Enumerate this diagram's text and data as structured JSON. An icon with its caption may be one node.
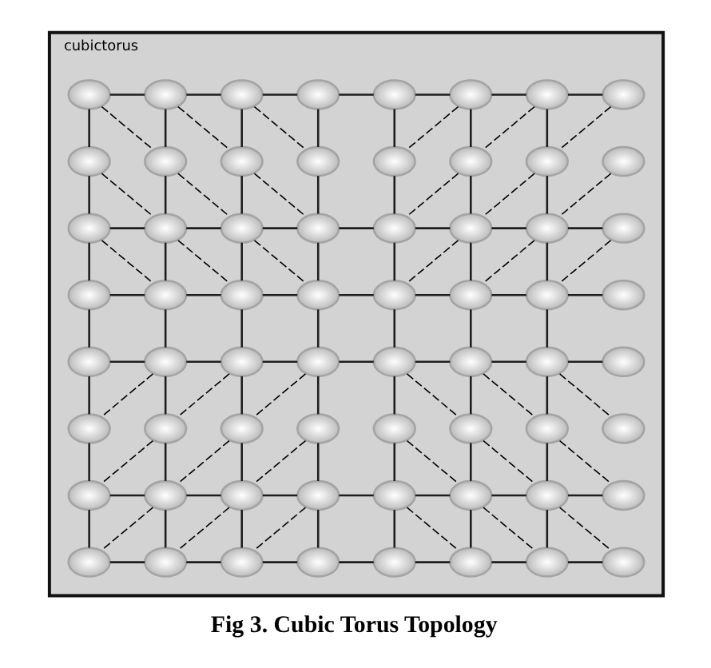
{
  "diagram": {
    "caption": "Fig 3. Cubic Torus Topology",
    "nodes": [
      {
        "text": [
          "cubictorus"
        ]
      },
      {
        "text": [],
        "shape": "ellipse",
        "in": 0
      },
      {
        "text": [],
        "shape": "ellipse",
        "in": 0
      },
      {
        "text": [],
        "shape": "ellipse",
        "in": 0
      },
      {
        "text": [],
        "shape": "ellipse",
        "in": 0
      },
      {
        "text": [],
        "shape": "ellipse",
        "in": 0
      },
      {
        "text": [],
        "shape": "ellipse",
        "in": 0
      },
      {
        "text": [],
        "shape": "ellipse",
        "in": 0
      },
      {
        "text": [],
        "shape": "ellipse",
        "in": 0
      },
      {
        "text": [],
        "shape": "ellipse",
        "in": 0
      },
      {
        "text": [],
        "shape": "ellipse",
        "in": 0
      },
      {
        "text": [],
        "shape": "ellipse",
        "in": 0
      },
      {
        "text": [],
        "shape": "ellipse",
        "in": 0
      },
      {
        "text": [],
        "shape": "ellipse",
        "in": 0
      },
      {
        "text": [],
        "shape": "ellipse",
        "in": 0
      },
      {
        "text": [],
        "shape": "ellipse",
        "in": 0
      },
      {
        "text": [],
        "shape": "ellipse",
        "in": 0
      },
      {
        "text": [],
        "shape": "ellipse",
        "in": 0
      },
      {
        "text": [],
        "shape": "ellipse",
        "in": 0
      },
      {
        "text": [],
        "shape": "ellipse",
        "in": 0
      },
      {
        "text": [],
        "shape": "ellipse",
        "in": 0
      },
      {
        "text": [],
        "shape": "ellipse",
        "in": 0
      },
      {
        "text": [],
        "shape": "ellipse",
        "in": 0
      },
      {
        "text": [],
        "shape": "ellipse",
        "in": 0
      },
      {
        "text": [],
        "shape": "ellipse",
        "in": 0
      },
      {
        "text": [],
        "shape": "ellipse",
        "in": 0
      },
      {
        "text": [],
        "shape": "ellipse",
        "in": 0
      },
      {
        "text": [],
        "shape": "ellipse",
        "in": 0
      },
      {
        "text": [],
        "shape": "ellipse",
        "in": 0
      },
      {
        "text": [],
        "shape": "ellipse",
        "in": 0
      },
      {
        "text": [],
        "shape": "ellipse",
        "in": 0
      },
      {
        "text": [],
        "shape": "ellipse",
        "in": 0
      },
      {
        "text": [],
        "shape": "ellipse",
        "in": 0
      },
      {
        "text": [],
        "shape": "ellipse",
        "in": 0
      },
      {
        "text": [],
        "shape": "ellipse",
        "in": 0
      },
      {
        "text": [],
        "shape": "ellipse",
        "in": 0
      },
      {
        "text": [],
        "shape": "ellipse",
        "in": 0
      },
      {
        "text": [],
        "shape": "ellipse",
        "in": 0
      },
      {
        "text": [],
        "shape": "ellipse",
        "in": 0
      },
      {
        "text": [],
        "shape": "ellipse",
        "in": 0
      },
      {
        "text": [],
        "shape": "ellipse",
        "in": 0
      },
      {
        "text": [],
        "shape": "ellipse",
        "in": 0
      },
      {
        "text": [],
        "shape": "ellipse",
        "in": 0
      },
      {
        "text": [],
        "shape": "ellipse",
        "in": 0
      },
      {
        "text": [],
        "shape": "ellipse",
        "in": 0
      },
      {
        "text": [],
        "shape": "ellipse",
        "in": 0
      },
      {
        "text": [],
        "shape": "ellipse",
        "in": 0
      },
      {
        "text": [],
        "shape": "ellipse",
        "in": 0
      },
      {
        "text": [],
        "shape": "ellipse",
        "in": 0
      },
      {
        "text": [],
        "shape": "ellipse",
        "in": 0
      },
      {
        "text": [],
        "shape": "ellipse",
        "in": 0
      },
      {
        "text": [],
        "shape": "ellipse",
        "in": 0
      },
      {
        "text": [],
        "shape": "ellipse",
        "in": 0
      },
      {
        "text": [],
        "shape": "ellipse",
        "in": 0
      },
      {
        "text": [],
        "shape": "ellipse",
        "in": 0
      },
      {
        "text": [],
        "shape": "ellipse",
        "in": 0
      },
      {
        "text": [],
        "shape": "ellipse",
        "in": 0
      },
      {
        "text": [],
        "shape": "ellipse",
        "in": 0
      },
      {
        "text": [],
        "shape": "ellipse",
        "in": 0
      },
      {
        "text": [],
        "shape": "ellipse",
        "in": 0
      },
      {
        "text": [],
        "shape": "ellipse",
        "in": 0
      },
      {
        "text": [],
        "shape": "ellipse",
        "in": 0
      },
      {
        "text": [],
        "shape": "ellipse",
        "in": 0
      },
      {
        "text": [],
        "shape": "ellipse",
        "in": 0
      },
      {
        "text": [],
        "shape": "ellipse",
        "in": 0
      }
    ],
    "edges": [
      {
        "from": 1,
        "to": 2,
        "arrow": "none"
      },
      {
        "from": 2,
        "to": 3,
        "arrow": "none"
      },
      {
        "from": 3,
        "to": 4,
        "arrow": "none"
      },
      {
        "from": 4,
        "to": 5,
        "arrow": "none"
      },
      {
        "from": 5,
        "to": 6,
        "arrow": "none"
      },
      {
        "from": 6,
        "to": 7,
        "arrow": "none"
      },
      {
        "from": 7,
        "to": 8,
        "arrow": "none"
      },
      {
        "from": 17,
        "to": 18,
        "arrow": "none"
      },
      {
        "from": 18,
        "to": 19,
        "arrow": "none"
      },
      {
        "from": 19,
        "to": 20,
        "arrow": "none"
      },
      {
        "from": 20,
        "to": 21,
        "arrow": "none"
      },
      {
        "from": 21,
        "to": 22,
        "arrow": "none"
      },
      {
        "from": 22,
        "to": 23,
        "arrow": "none"
      },
      {
        "from": 23,
        "to": 24,
        "arrow": "none"
      },
      {
        "from": 25,
        "to": 26,
        "arrow": "none"
      },
      {
        "from": 26,
        "to": 27,
        "arrow": "none"
      },
      {
        "from": 27,
        "to": 28,
        "arrow": "none"
      },
      {
        "from": 28,
        "to": 29,
        "arrow": "none"
      },
      {
        "from": 29,
        "to": 30,
        "arrow": "none"
      },
      {
        "from": 30,
        "to": 31,
        "arrow": "none"
      },
      {
        "from": 31,
        "to": 32,
        "arrow": "none"
      },
      {
        "from": 33,
        "to": 34,
        "arrow": "none"
      },
      {
        "from": 34,
        "to": 35,
        "arrow": "none"
      },
      {
        "from": 35,
        "to": 36,
        "arrow": "none"
      },
      {
        "from": 36,
        "to": 37,
        "arrow": "none"
      },
      {
        "from": 37,
        "to": 38,
        "arrow": "none"
      },
      {
        "from": 38,
        "to": 39,
        "arrow": "none"
      },
      {
        "from": 39,
        "to": 40,
        "arrow": "none"
      },
      {
        "from": 49,
        "to": 50,
        "arrow": "none"
      },
      {
        "from": 50,
        "to": 51,
        "arrow": "none"
      },
      {
        "from": 51,
        "to": 52,
        "arrow": "none"
      },
      {
        "from": 52,
        "to": 53,
        "arrow": "none"
      },
      {
        "from": 53,
        "to": 54,
        "arrow": "none"
      },
      {
        "from": 54,
        "to": 55,
        "arrow": "none"
      },
      {
        "from": 55,
        "to": 56,
        "arrow": "none"
      },
      {
        "from": 57,
        "to": 58,
        "arrow": "none"
      },
      {
        "from": 58,
        "to": 59,
        "arrow": "none"
      },
      {
        "from": 59,
        "to": 60,
        "arrow": "none"
      },
      {
        "from": 60,
        "to": 61,
        "arrow": "none"
      },
      {
        "from": 61,
        "to": 62,
        "arrow": "none"
      },
      {
        "from": 62,
        "to": 63,
        "arrow": "none"
      },
      {
        "from": 63,
        "to": 64,
        "arrow": "none"
      },
      {
        "from": 1,
        "to": 9,
        "arrow": "none"
      },
      {
        "from": 9,
        "to": 17,
        "arrow": "none"
      },
      {
        "from": 17,
        "to": 25,
        "arrow": "none"
      },
      {
        "from": 25,
        "to": 33,
        "arrow": "none"
      },
      {
        "from": 33,
        "to": 41,
        "arrow": "none"
      },
      {
        "from": 41,
        "to": 49,
        "arrow": "none"
      },
      {
        "from": 49,
        "to": 57,
        "arrow": "none"
      },
      {
        "from": 2,
        "to": 10,
        "arrow": "none"
      },
      {
        "from": 10,
        "to": 18,
        "arrow": "none"
      },
      {
        "from": 18,
        "to": 26,
        "arrow": "none"
      },
      {
        "from": 26,
        "to": 34,
        "arrow": "none"
      },
      {
        "from": 34,
        "to": 42,
        "arrow": "none"
      },
      {
        "from": 42,
        "to": 50,
        "arrow": "none"
      },
      {
        "from": 50,
        "to": 58,
        "arrow": "none"
      },
      {
        "from": 3,
        "to": 11,
        "arrow": "none"
      },
      {
        "from": 11,
        "to": 19,
        "arrow": "none"
      },
      {
        "from": 19,
        "to": 27,
        "arrow": "none"
      },
      {
        "from": 27,
        "to": 35,
        "arrow": "none"
      },
      {
        "from": 35,
        "to": 43,
        "arrow": "none"
      },
      {
        "from": 43,
        "to": 51,
        "arrow": "none"
      },
      {
        "from": 51,
        "to": 59,
        "arrow": "none"
      },
      {
        "from": 4,
        "to": 12,
        "arrow": "none"
      },
      {
        "from": 12,
        "to": 20,
        "arrow": "none"
      },
      {
        "from": 20,
        "to": 28,
        "arrow": "none"
      },
      {
        "from": 28,
        "to": 36,
        "arrow": "none"
      },
      {
        "from": 36,
        "to": 44,
        "arrow": "none"
      },
      {
        "from": 44,
        "to": 52,
        "arrow": "none"
      },
      {
        "from": 52,
        "to": 60,
        "arrow": "none"
      },
      {
        "from": 5,
        "to": 13,
        "arrow": "none"
      },
      {
        "from": 13,
        "to": 21,
        "arrow": "none"
      },
      {
        "from": 21,
        "to": 29,
        "arrow": "none"
      },
      {
        "from": 29,
        "to": 37,
        "arrow": "none"
      },
      {
        "from": 37,
        "to": 45,
        "arrow": "none"
      },
      {
        "from": 45,
        "to": 53,
        "arrow": "none"
      },
      {
        "from": 53,
        "to": 61,
        "arrow": "none"
      },
      {
        "from": 6,
        "to": 14,
        "arrow": "none"
      },
      {
        "from": 14,
        "to": 22,
        "arrow": "none"
      },
      {
        "from": 22,
        "to": 30,
        "arrow": "none"
      },
      {
        "from": 30,
        "to": 38,
        "arrow": "none"
      },
      {
        "from": 38,
        "to": 46,
        "arrow": "none"
      },
      {
        "from": 46,
        "to": 54,
        "arrow": "none"
      },
      {
        "from": 54,
        "to": 62,
        "arrow": "none"
      },
      {
        "from": 7,
        "to": 15,
        "arrow": "none"
      },
      {
        "from": 15,
        "to": 23,
        "arrow": "none"
      },
      {
        "from": 23,
        "to": 31,
        "arrow": "none"
      },
      {
        "from": 31,
        "to": 39,
        "arrow": "none"
      },
      {
        "from": 39,
        "to": 47,
        "arrow": "none"
      },
      {
        "from": 47,
        "to": 55,
        "arrow": "none"
      },
      {
        "from": 55,
        "to": 63,
        "arrow": "none"
      },
      {
        "from": 1,
        "to": 10,
        "arrow": "none",
        "style": "dashed"
      },
      {
        "from": 2,
        "to": 11,
        "arrow": "none",
        "style": "dashed"
      },
      {
        "from": 3,
        "to": 12,
        "arrow": "none",
        "style": "dashed"
      },
      {
        "from": 9,
        "to": 18,
        "arrow": "none",
        "style": "dashed"
      },
      {
        "from": 10,
        "to": 19,
        "arrow": "none",
        "style": "dashed"
      },
      {
        "from": 11,
        "to": 20,
        "arrow": "none",
        "style": "dashed"
      },
      {
        "from": 17,
        "to": 26,
        "arrow": "none",
        "style": "dashed"
      },
      {
        "from": 18,
        "to": 27,
        "arrow": "none",
        "style": "dashed"
      },
      {
        "from": 19,
        "to": 28,
        "arrow": "none",
        "style": "dashed"
      },
      {
        "from": 6,
        "to": 13,
        "arrow": "none",
        "style": "dashed"
      },
      {
        "from": 7,
        "to": 14,
        "arrow": "none",
        "style": "dashed"
      },
      {
        "from": 8,
        "to": 15,
        "arrow": "none",
        "style": "dashed"
      },
      {
        "from": 14,
        "to": 21,
        "arrow": "none",
        "style": "dashed"
      },
      {
        "from": 15,
        "to": 22,
        "arrow": "none",
        "style": "dashed"
      },
      {
        "from": 16,
        "to": 23,
        "arrow": "none",
        "style": "dashed"
      },
      {
        "from": 22,
        "to": 29,
        "arrow": "none",
        "style": "dashed"
      },
      {
        "from": 23,
        "to": 30,
        "arrow": "none",
        "style": "dashed"
      },
      {
        "from": 24,
        "to": 31,
        "arrow": "none",
        "style": "dashed"
      },
      {
        "from": 34,
        "to": 41,
        "arrow": "none",
        "style": "dashed"
      },
      {
        "from": 35,
        "to": 42,
        "arrow": "none",
        "style": "dashed"
      },
      {
        "from": 36,
        "to": 43,
        "arrow": "none",
        "style": "dashed"
      },
      {
        "from": 42,
        "to": 49,
        "arrow": "none",
        "style": "dashed"
      },
      {
        "from": 43,
        "to": 50,
        "arrow": "none",
        "style": "dashed"
      },
      {
        "from": 44,
        "to": 51,
        "arrow": "none",
        "style": "dashed"
      },
      {
        "from": 50,
        "to": 57,
        "arrow": "none",
        "style": "dashed"
      },
      {
        "from": 51,
        "to": 58,
        "arrow": "none",
        "style": "dashed"
      },
      {
        "from": 52,
        "to": 59,
        "arrow": "none",
        "style": "dashed"
      },
      {
        "from": 37,
        "to": 46,
        "arrow": "none",
        "style": "dashed"
      },
      {
        "from": 38,
        "to": 47,
        "arrow": "none",
        "style": "dashed"
      },
      {
        "from": 39,
        "to": 48,
        "arrow": "none",
        "style": "dashed"
      },
      {
        "from": 45,
        "to": 54,
        "arrow": "none",
        "style": "dashed"
      },
      {
        "from": 46,
        "to": 55,
        "arrow": "none",
        "style": "dashed"
      },
      {
        "from": 47,
        "to": 56,
        "arrow": "none",
        "style": "dashed"
      },
      {
        "from": 53,
        "to": 62,
        "arrow": "none",
        "style": "dashed"
      },
      {
        "from": 54,
        "to": 63,
        "arrow": "none",
        "style": "dashed"
      },
      {
        "from": 55,
        "to": 64,
        "arrow": "none",
        "style": "dashed"
      }
    ]
  }
}
